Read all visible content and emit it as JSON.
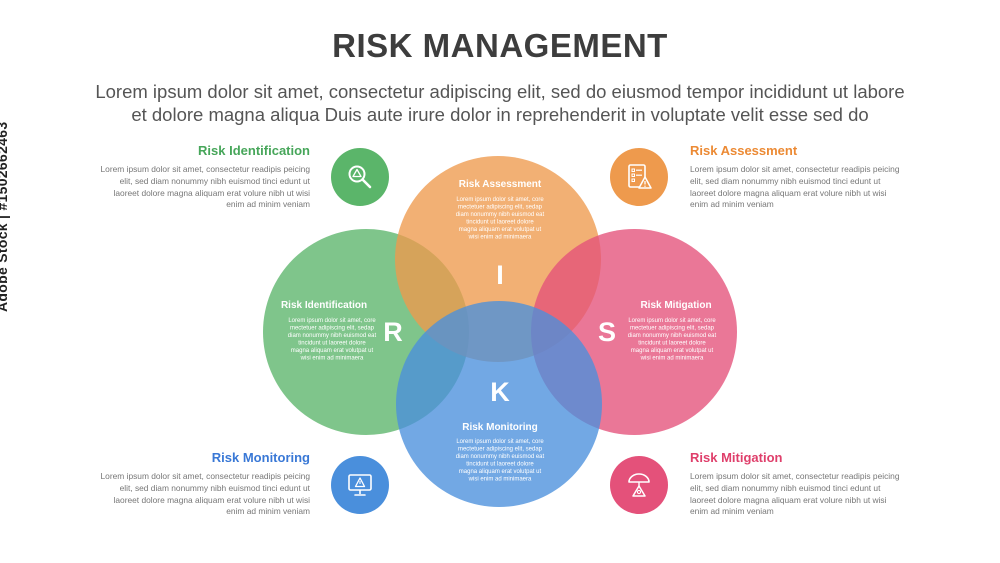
{
  "title": "RISK MANAGEMENT",
  "subtitle_line1": "Lorem ipsum dolor sit amet, consectetur adipiscing elit, sed do eiusmod tempor incididunt ut labore",
  "subtitle_line2": "et dolore magna aliqua Duis aute irure dolor in reprehenderit in voluptate velit esse sed do",
  "colors": {
    "green": "#5bb56a",
    "orange": "#ee9a4d",
    "pink": "#e4517a",
    "blue": "#4a8fdc",
    "identification_title": "#47a65a",
    "assessment_title": "#ec8a34",
    "monitoring_title": "#3978d6",
    "mitigation_title": "#df3f6b"
  },
  "side_items": {
    "identification": {
      "title": "Risk Identification",
      "body": "Lorem ipsum dolor sit amet, consectetur readipis peicing elit, sed diam nonummy nibh euismod tinci edunt ut laoreet dolore magna aliquam erat volure nibh ut wisi enim ad minim veniam",
      "icon": "magnifier-triangle-icon"
    },
    "assessment": {
      "title": "Risk Assessment",
      "body": "Lorem ipsum dolor sit amet, consectetur readipis peicing elit, sed diam nonummy nibh euismod tinci edunt ut laoreet dolore magna aliquam erat volure nibh ut wisi enim ad minim veniam",
      "icon": "checklist-warning-icon"
    },
    "monitoring": {
      "title": "Risk Monitoring",
      "body": "Lorem ipsum dolor sit amet, consectetur readipis peicing elit, sed diam nonummy nibh euismod tinci edunt ut laoreet dolore magna aliquam erat volure nibh ut wisi enim ad minim veniam",
      "icon": "monitor-warning-icon"
    },
    "mitigation": {
      "title": "Risk Mitigation",
      "body": "Lorem ipsum dolor sit amet, consectetur readipis peicing elit, sed diam nonummy nibh euismod tinci edunt ut laoreet dolore magna aliquam erat volure nibh ut wisi enim ad minim veniam",
      "icon": "umbrella-hazard-icon"
    }
  },
  "venn": {
    "center_letters": {
      "r": "R",
      "i": "I",
      "s": "S",
      "k": "K"
    },
    "circles": [
      {
        "key": "identification",
        "color": "#5bb56a",
        "title": "Risk Identification",
        "lines": [
          "Lorem ipsum dolor sit amet, core",
          "mectetuer adipiscing elit, sedap",
          "diam nonummy nibh euismod eat",
          "tincidunt ut laoreet dolore",
          "magna aliquam erat volutpat ut",
          "wisi enim ad minimaera"
        ]
      },
      {
        "key": "assessment",
        "color": "#ee9a4d",
        "title": "Risk Assessment",
        "lines": [
          "Lorem ipsum dolor sit amet, core",
          "mectetuer adipiscing elit, sedap",
          "diam nonummy nibh euismod eat",
          "tincidunt ut laoreet dolore",
          "magna aliquam erat volutpat ut",
          "wisi enim ad minimaera"
        ]
      },
      {
        "key": "mitigation",
        "color": "#e4517a",
        "title": "Risk Mitigation",
        "lines": [
          "Lorem ipsum dolor sit amet, core",
          "mectetuer adipiscing elit, sedap",
          "diam nonummy nibh euismod eat",
          "tincidunt ut laoreet dolore",
          "magna aliquam erat volutpat ut",
          "wisi enim ad minimaera"
        ]
      },
      {
        "key": "monitoring",
        "color": "#4a8fdc",
        "title": "Risk Monitoring",
        "lines": [
          "Lorem ipsum dolor sit amet, core",
          "mectetuer adipiscing elit, sedap",
          "diam nonummy nibh euismod eat",
          "tincidunt ut laoreet dolore",
          "magna aliquam erat volutpat ut",
          "wisi enim ad minimaera"
        ]
      }
    ]
  },
  "watermark": "Adobe Stock | #1502662463"
}
